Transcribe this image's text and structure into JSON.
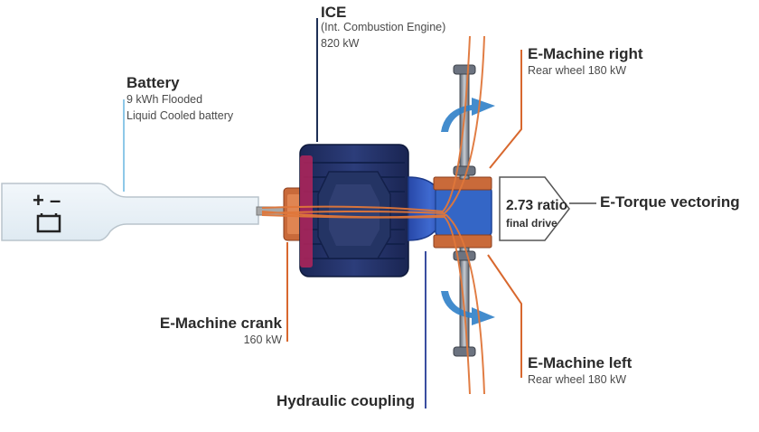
{
  "labels": {
    "battery": {
      "title": "Battery",
      "line1": "9 kWh Flooded",
      "line2": "Liquid Cooled battery"
    },
    "ice": {
      "title": "ICE",
      "line1": "(Int. Combustion Engine)",
      "line2": "820 kW"
    },
    "emachine_right": {
      "title": "E-Machine right",
      "line1": "Rear wheel 180 kW"
    },
    "emachine_left": {
      "title": "E-Machine left",
      "line1": "Rear wheel 180 kW"
    },
    "emachine_crank": {
      "title": "E-Machine crank",
      "line1": "160 kW"
    },
    "hydraulic_coupling": {
      "title": "Hydraulic coupling"
    },
    "etorque_vectoring": {
      "title": "E-Torque vectoring"
    },
    "final_drive": {
      "ratio": "2.73 ratio",
      "label": "final drive"
    },
    "battery_symbol": {
      "plus_minus": "+ –"
    }
  },
  "colors": {
    "battery_line": "#8ec8e8",
    "ice_line": "#1e2f55",
    "emachine_line": "#d8682e",
    "coupling_line": "#3a4ea0",
    "engine_body": "#1a2a5e",
    "flow": "#e0773a",
    "rotation_arrow": "#2f7fc8"
  }
}
